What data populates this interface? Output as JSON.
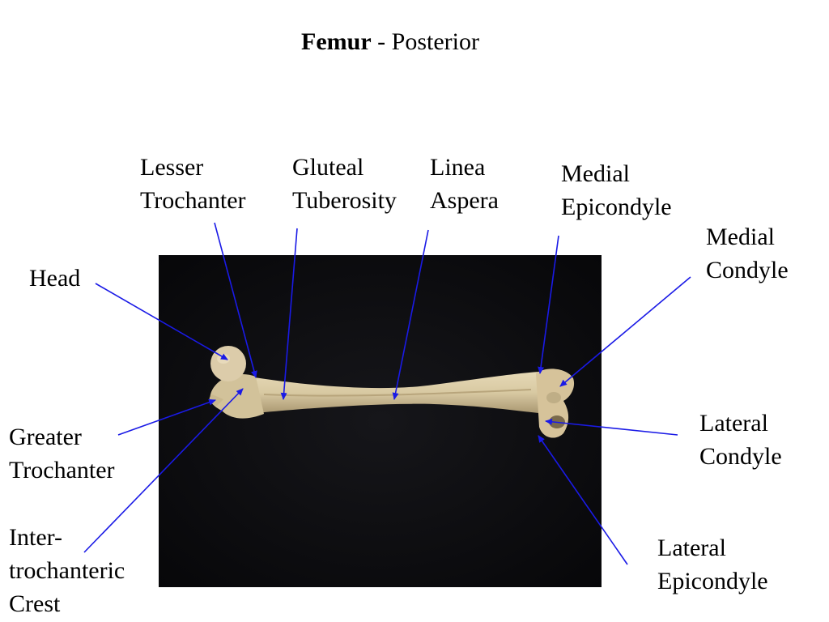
{
  "title": {
    "bold": "Femur",
    "rest": " - Posterior"
  },
  "labels": {
    "head": [
      "Head"
    ],
    "lesser_trochanter": [
      "Lesser",
      "Trochanter"
    ],
    "gluteal_tuberosity": [
      "Gluteal",
      "Tuberosity"
    ],
    "linea_aspera": [
      "Linea",
      "Aspera"
    ],
    "medial_epicondyle": [
      "Medial",
      "Epicondyle"
    ],
    "medial_condyle": [
      "Medial",
      "Condyle"
    ],
    "greater_trochanter": [
      "Greater",
      "Trochanter"
    ],
    "intertrochanteric_crest": [
      "Inter-",
      "trochanteric",
      "Crest"
    ],
    "lateral_condyle": [
      "Lateral",
      "Condyle"
    ],
    "lateral_epicondyle": [
      "Lateral",
      "Epicondyle"
    ]
  },
  "colors": {
    "arrow": "#1a1ae6",
    "photo_background": "#0c0c0e",
    "bone": "#d8c9a2"
  }
}
